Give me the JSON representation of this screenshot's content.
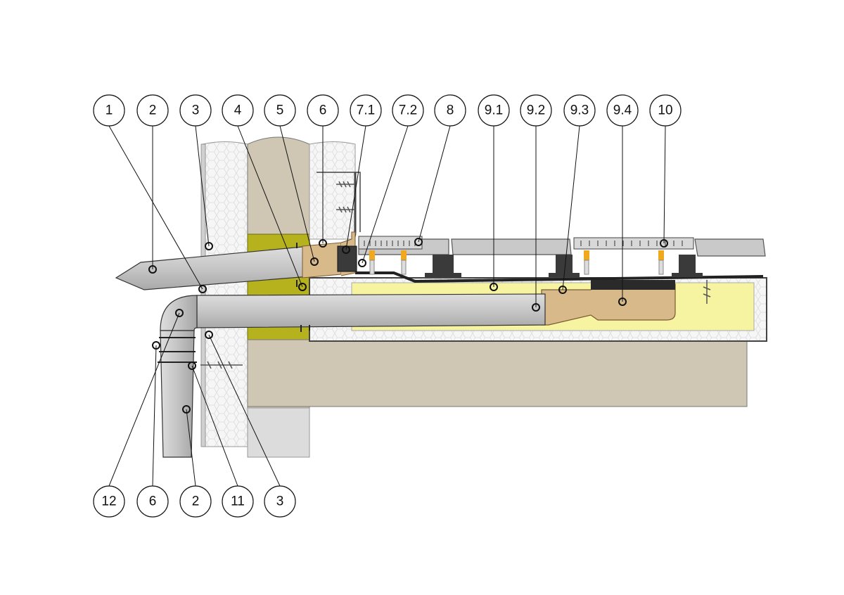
{
  "diagram": {
    "top_callouts": [
      "1",
      "2",
      "3",
      "4",
      "5",
      "6",
      "7.1",
      "7.2",
      "8",
      "9.1",
      "9.2",
      "9.3",
      "9.4",
      "10"
    ],
    "bottom_callouts": [
      "12",
      "6",
      "2",
      "11",
      "3"
    ],
    "colors": {
      "concrete": "#cfc6b4",
      "insulation": "#f4f4f4",
      "mineral_wool": "#b5b21e",
      "pipe": "#c4c4c4",
      "fitting": "#d8b98a",
      "screed_yellow": "#f6f4a0",
      "tile": "#c9c9c9",
      "pedestal": "#3a3a3a",
      "support_orange": "#f0a81e"
    }
  }
}
